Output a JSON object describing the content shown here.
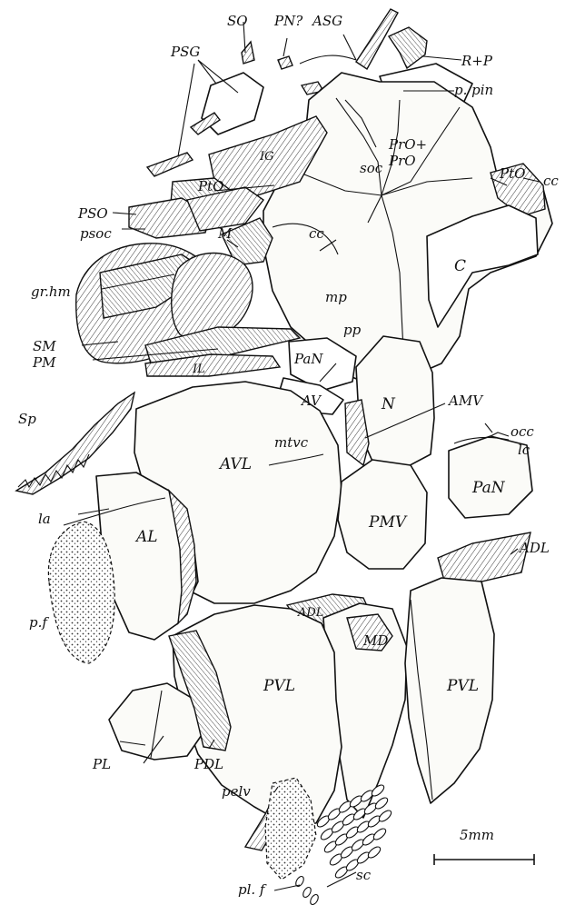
{
  "figure": {
    "labels": {
      "SO": "SO",
      "PN": "PN?",
      "ASG": "ASG",
      "PSG": "PSG",
      "RP": "R+P",
      "ppin": "p. pin",
      "PtO_left": "PtO",
      "PtO_right": "PtO",
      "cc_right": "cc",
      "cc_center": "cc",
      "IG": "IG",
      "PrOPrO": "PrO+\nPrO",
      "soc": "soc",
      "PSO": "PSO",
      "psoc": "psoc",
      "M": "M",
      "C": "C",
      "grhm": "gr.hm",
      "mp": "mp",
      "pp": "pp",
      "SM": "SM",
      "PM": "PM",
      "IL": "IL",
      "PaN_center": "PaN",
      "AV": "AV",
      "N": "N",
      "AMV": "AMV",
      "Sp": "Sp",
      "occ": "occ",
      "lc": "lc",
      "AVL": "AVL",
      "mtvc": "mtvc",
      "PaN_right": "PaN",
      "la": "la",
      "PMV": "PMV",
      "AL": "AL",
      "ADL_right": "ADL",
      "ADL_center": "ADL",
      "pf": "p.f",
      "MD": "MD",
      "PVL_center": "PVL",
      "PVL_right": "PVL",
      "PL": "PL",
      "PDL": "PDL",
      "pelv": "pelv",
      "scale": "5mm",
      "plf": "pl. f",
      "sc": "sc"
    }
  }
}
